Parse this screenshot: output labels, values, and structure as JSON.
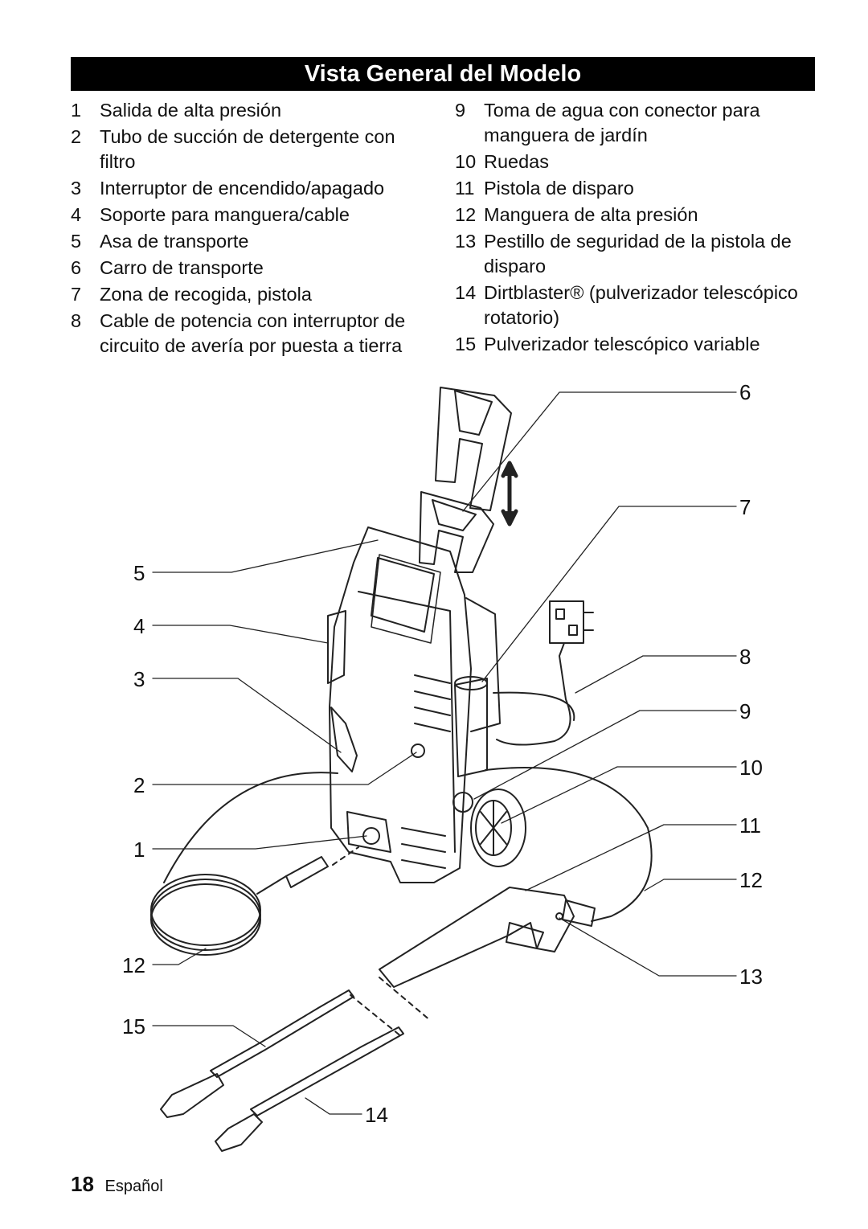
{
  "header": {
    "title": "Vista General del Modelo"
  },
  "legend": {
    "left": [
      {
        "num": "1",
        "text": "Salida de alta presión"
      },
      {
        "num": "2",
        "text": "Tubo de succión de detergente con filtro"
      },
      {
        "num": "3",
        "text": "Interruptor de encendido/apagado"
      },
      {
        "num": "4",
        "text": "Soporte para manguera/cable"
      },
      {
        "num": "5",
        "text": "Asa de transporte"
      },
      {
        "num": "6",
        "text": "Carro de transporte"
      },
      {
        "num": "7",
        "text": "Zona de recogida, pistola"
      },
      {
        "num": "8",
        "text": "Cable de potencia con interruptor de circuito de avería por puesta a tierra"
      }
    ],
    "right": [
      {
        "num": "9",
        "text": "Toma de agua con conector para manguera de jardín"
      },
      {
        "num": "10",
        "text": "Ruedas"
      },
      {
        "num": "11",
        "text": "Pistola de disparo"
      },
      {
        "num": "12",
        "text": "Manguera de alta presión"
      },
      {
        "num": "13",
        "text": "Pestillo de seguridad de la pistola de disparo"
      },
      {
        "num": "14",
        "text": "Dirtblaster® (pulverizador telescópico rotatorio)"
      },
      {
        "num": "15",
        "text": "Pulverizador telescópico variable"
      }
    ]
  },
  "callouts": {
    "c6": "6",
    "c7": "7",
    "c5": "5",
    "c4": "4",
    "c8": "8",
    "c3": "3",
    "c9": "9",
    "c2": "2",
    "c10": "10",
    "c1": "1",
    "c11": "11",
    "c12a": "12",
    "c12b": "12",
    "c13": "13",
    "c15": "15",
    "c14": "14"
  },
  "footer": {
    "page_number": "18",
    "language": "Español"
  }
}
